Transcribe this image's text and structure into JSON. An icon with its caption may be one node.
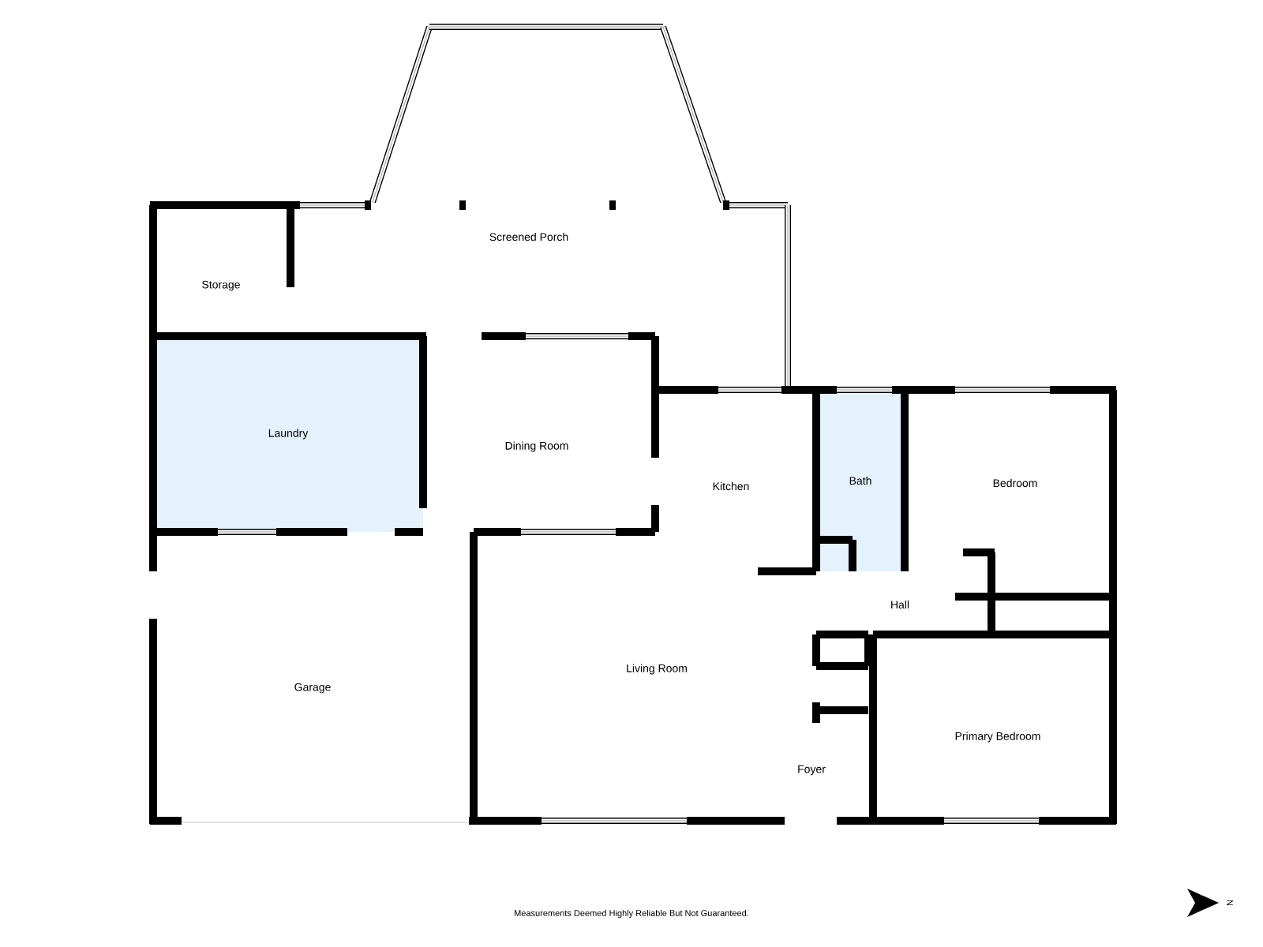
{
  "diagram": {
    "nodes": [
      {
        "text": [
          "Laundry"
        ]
      },
      {
        "text": [
          "Bath"
        ]
      }
    ],
    "edges": [],
    "labels": [
      "Screened Porch",
      "Storage",
      "Dining Room",
      "Kitchen",
      "Bedroom",
      "Hall",
      "Living Room",
      "Garage",
      "Foyer",
      "Primary Bedroom",
      "Measurements Deemed Highly Reliable But Not Guaranteed.",
      "N"
    ]
  }
}
